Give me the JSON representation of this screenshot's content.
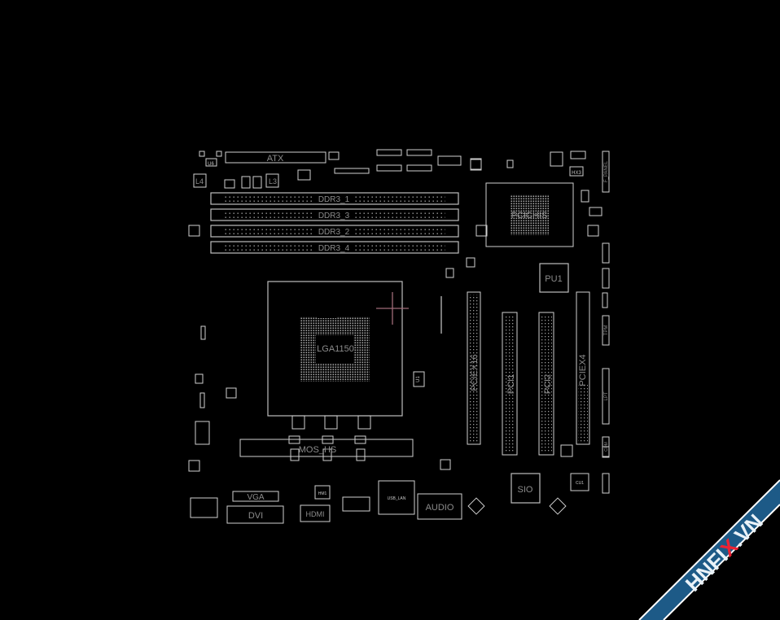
{
  "board": {
    "labels": {
      "atx": "ATX",
      "ddr1": "DDR3_1",
      "ddr3": "DDR3_3",
      "ddr2": "DDR3_2",
      "ddr4": "DDR3_4",
      "l4": "L4",
      "l3": "L3",
      "u6": "U6",
      "pch": "PCICHIS",
      "pu1": "PU1",
      "cpu": "LGA1150",
      "u1": "U1",
      "mos": "MOS_HS",
      "pciex16": "PCIEX16",
      "pci1": "PCI1",
      "pci2": "PCI2",
      "pciex4": "PCIEX4",
      "sio": "SIO",
      "cu1": "CU1",
      "vga": "VGA",
      "dvi": "DVI",
      "hdmi": "HDMI",
      "hm1": "HM1",
      "usblan": "USB_LAN",
      "audio": "AUDIO",
      "fpanel": "F_PANEL",
      "tpm": "TPM",
      "lpt": "LPT",
      "com": "COM",
      "hx": "HX3"
    },
    "colors": {
      "outline": "#cfcfcf",
      "cursor": "#a06b78",
      "banner": "#1d5a87"
    }
  },
  "watermark": {
    "text_a": "HNFI",
    "text_b": "X",
    "text_c": ".VN"
  }
}
